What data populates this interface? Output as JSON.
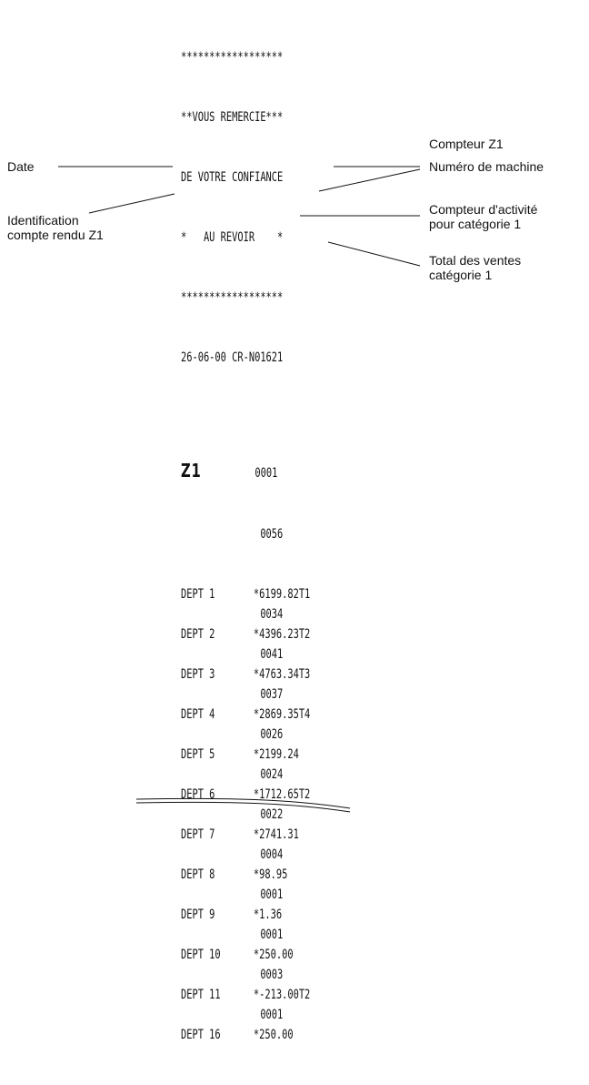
{
  "receipt": {
    "header": [
      "******************",
      "**VOUS REMERCIE***",
      "DE VOTRE CONFIANCE",
      "*   AU REVOIR    *",
      "******************"
    ],
    "date_line": "26-06-00 CR-N01621",
    "report_id": "Z1",
    "z_counter": "0001",
    "first_activity_counter": "0056",
    "departments": [
      {
        "label": "DEPT 1",
        "total": "*6199.82T1",
        "count": "0034"
      },
      {
        "label": "DEPT 2",
        "total": "*4396.23T2",
        "count": "0041"
      },
      {
        "label": "DEPT 3",
        "total": "*4763.34T3",
        "count": "0037"
      },
      {
        "label": "DEPT 4",
        "total": "*2869.35T4",
        "count": "0026"
      },
      {
        "label": "DEPT 5",
        "total": "*2199.24",
        "count": "0024"
      },
      {
        "label": "DEPT 6",
        "total": "*1712.65T2",
        "count": "0022"
      },
      {
        "label": "DEPT 7",
        "total": "*2741.31",
        "count": "0004"
      },
      {
        "label": "DEPT 8",
        "total": "*98.95",
        "count": "0001"
      },
      {
        "label": "DEPT 9",
        "total": "*1.36",
        "count": "0001"
      },
      {
        "label": "DEPT 10",
        "total": "*250.00",
        "count": "0003"
      },
      {
        "label": "DEPT 11",
        "total": "*-213.00T2",
        "count": "0001"
      },
      {
        "label": "DEPT 16",
        "total": "*250.00",
        "count": ""
      }
    ]
  },
  "annotations": {
    "date": "Date",
    "machine_number": "Numéro de machine",
    "z1_counter": "Compteur Z1",
    "activity_counter_1": "Compteur d'activité",
    "activity_counter_2": "pour catégorie 1",
    "identification_1": "Identification",
    "identification_2": "compte rendu Z1",
    "sales_total_1": "Total des ventes",
    "sales_total_2": "catégorie 1"
  }
}
